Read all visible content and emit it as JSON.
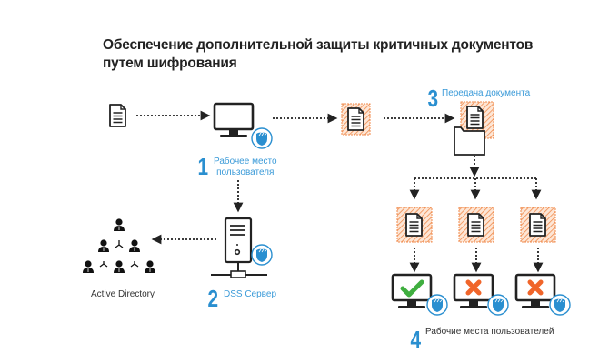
{
  "title": {
    "line1": "Обеспечение дополнительной защиты критичных документов",
    "line2": "путем шифрования"
  },
  "steps": [
    {
      "number": "1",
      "label_line1": "Рабочее место",
      "label_line2": "пользователя"
    },
    {
      "number": "2",
      "label": "DSS Сервер"
    },
    {
      "number": "3",
      "label": "Передача документа"
    },
    {
      "number": "4",
      "label": "Рабочие места пользователей"
    }
  ],
  "active_directory": {
    "label": "Active Directory"
  },
  "workstations": [
    {
      "status": "allowed",
      "icon": "check-icon"
    },
    {
      "status": "denied",
      "icon": "cross-icon"
    },
    {
      "status": "denied",
      "icon": "cross-icon"
    }
  ],
  "colors": {
    "accent_blue": "#2a8fd0",
    "encrypted_orange": "#f08a4b",
    "check_green": "#3fae3f",
    "cross_orange": "#f0652a",
    "icon_dark": "#222222"
  }
}
